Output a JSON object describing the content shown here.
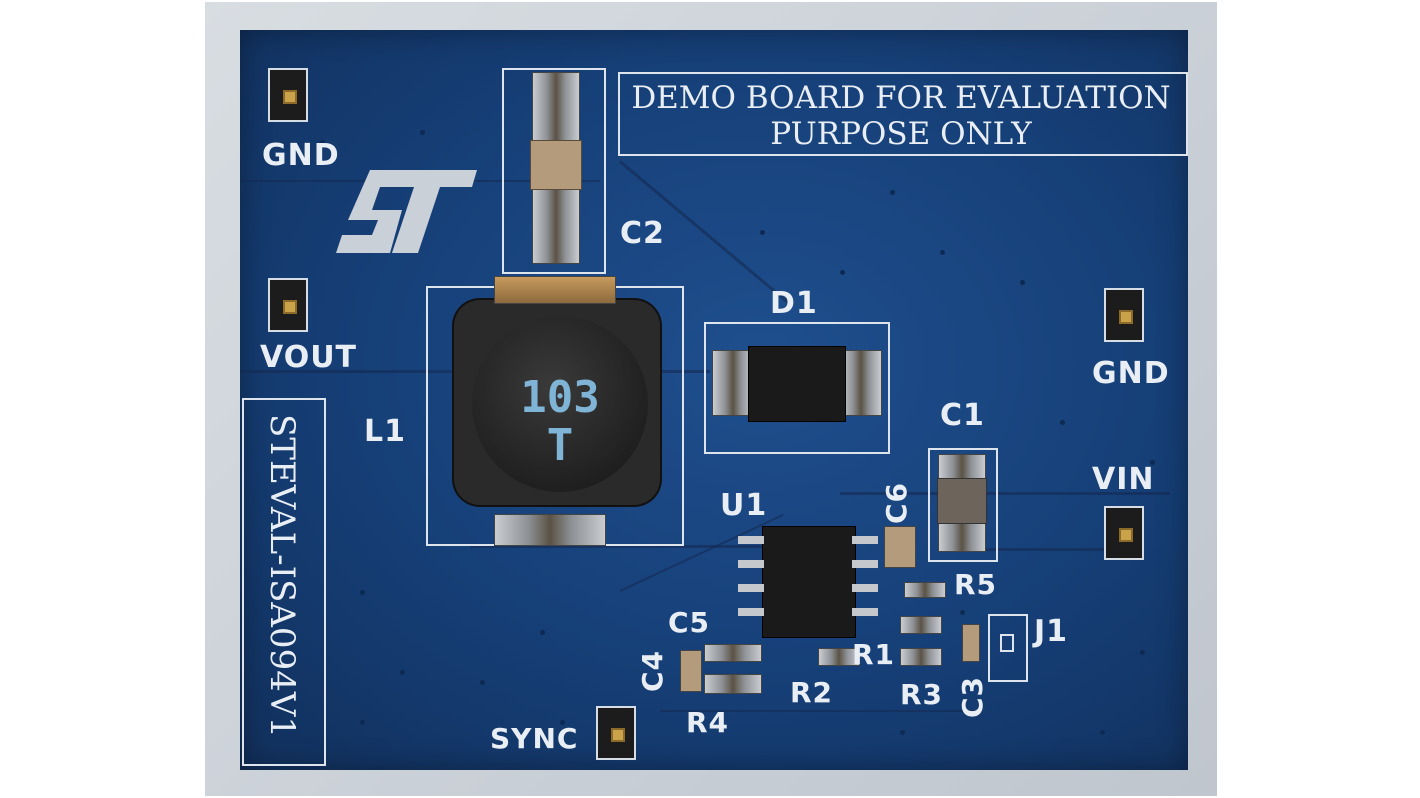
{
  "board": {
    "banner_line1": "DEMO BOARD FOR EVALUATION",
    "banner_line2": "PURPOSE  ONLY",
    "model": "STEVAL-ISA094V1",
    "logo": "st-logo",
    "inductor_marking_top": "103",
    "inductor_marking_bottom": "T"
  },
  "labels": {
    "gnd_left": "GND",
    "vout": "VOUT",
    "gnd_right": "GND",
    "vin": "VIN",
    "sync": "SYNC",
    "c1": "C1",
    "c2": "C2",
    "c3": "C3",
    "c4": "C4",
    "c5": "C5",
    "c6": "C6",
    "d1": "D1",
    "l1": "L1",
    "u1": "U1",
    "r1": "R1",
    "r2": "R2",
    "r3": "R3",
    "r4": "R4",
    "r5": "R5",
    "j1": "J1"
  },
  "colors": {
    "pcb": "#163f77",
    "silkscreen": "#e9eef4",
    "background": "#ffffff"
  }
}
